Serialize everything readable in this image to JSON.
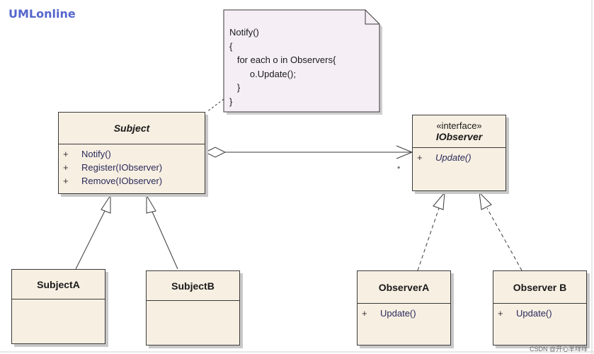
{
  "brand": "UMLonline",
  "note": {
    "lines": [
      "Notify()",
      "{",
      "   for each o in Observers{",
      "        o.Update();",
      "   }",
      "}"
    ]
  },
  "subject": {
    "title": "Subject",
    "operations": [
      {
        "vis": "+",
        "name": "Notify()"
      },
      {
        "vis": "+",
        "name": "Register(IObserver)"
      },
      {
        "vis": "+",
        "name": "Remove(IObserver)"
      }
    ]
  },
  "iobserver": {
    "stereotype": "«interface»",
    "title": "IObserver",
    "operations": [
      {
        "vis": "+",
        "name": "Update()"
      }
    ]
  },
  "subject_a": {
    "title": "SubjectA"
  },
  "subject_b": {
    "title": "SubjectB"
  },
  "observer_a": {
    "title": "ObserverA",
    "operations": [
      {
        "vis": "+",
        "name": "Update()"
      }
    ]
  },
  "observer_b": {
    "title": "Observer B",
    "operations": [
      {
        "vis": "+",
        "name": "Update()"
      }
    ]
  },
  "association": {
    "multiplicity": "*"
  },
  "watermark": "CSDN @开心羊咩咩"
}
